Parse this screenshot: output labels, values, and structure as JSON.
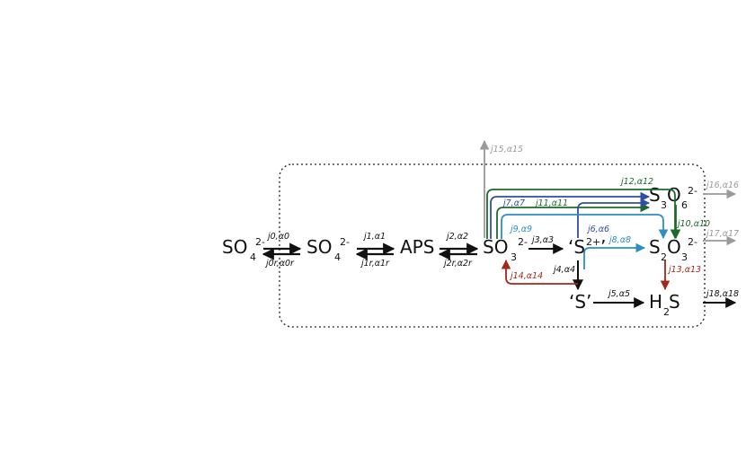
{
  "species": {
    "so4_out": {
      "main": "SO",
      "sub": "4",
      "sup": "2-"
    },
    "so4_in": {
      "main": "SO",
      "sub": "4",
      "sup": "2-"
    },
    "aps": {
      "main": "APS"
    },
    "so3": {
      "main": "SO",
      "sub": "3",
      "sup": "2-"
    },
    "s_radical": {
      "main": "‘S",
      "sup": "2+",
      "tail": "’"
    },
    "s_elemental": {
      "main": "‘S’"
    },
    "h2s": {
      "main": "H",
      "sub": "2",
      "tail": "S"
    },
    "s3o6": {
      "main": "S",
      "sub": "3",
      "mid": "O",
      "sub2": "6",
      "sup": "2-"
    },
    "s2o3": {
      "main": "S",
      "sub": "2",
      "mid": "O",
      "sub2": "3",
      "sup": "2-"
    }
  },
  "fluxes": {
    "f0": "j0,α0",
    "f0r": "j0r,α0r",
    "f1": "j1,α1",
    "f1r": "j1r,α1r",
    "f2": "j2,α2",
    "f2r": "j2r,α2r",
    "f3": "j3,α3",
    "f4": "j4,α4",
    "f5": "j5,α5",
    "f6": "j6,α6",
    "f7": "j7,α7",
    "f8": "j8,α8",
    "f9": "j9,α9",
    "f10": "j10,α10",
    "f11": "j11,α11",
    "f12": "j12,α12",
    "f13": "j13,α13",
    "f14": "j14,α14",
    "f15": "j15,α15",
    "f16": "j16,α16",
    "f17": "j17,α17",
    "f18": "j18,α18"
  },
  "colors": {
    "black": "#111111",
    "gray": "#9a9a9a",
    "green": "#1d6b2c",
    "blue": "#2f4fa0",
    "cyan": "#2a8fc4",
    "red": "#a3271a"
  }
}
